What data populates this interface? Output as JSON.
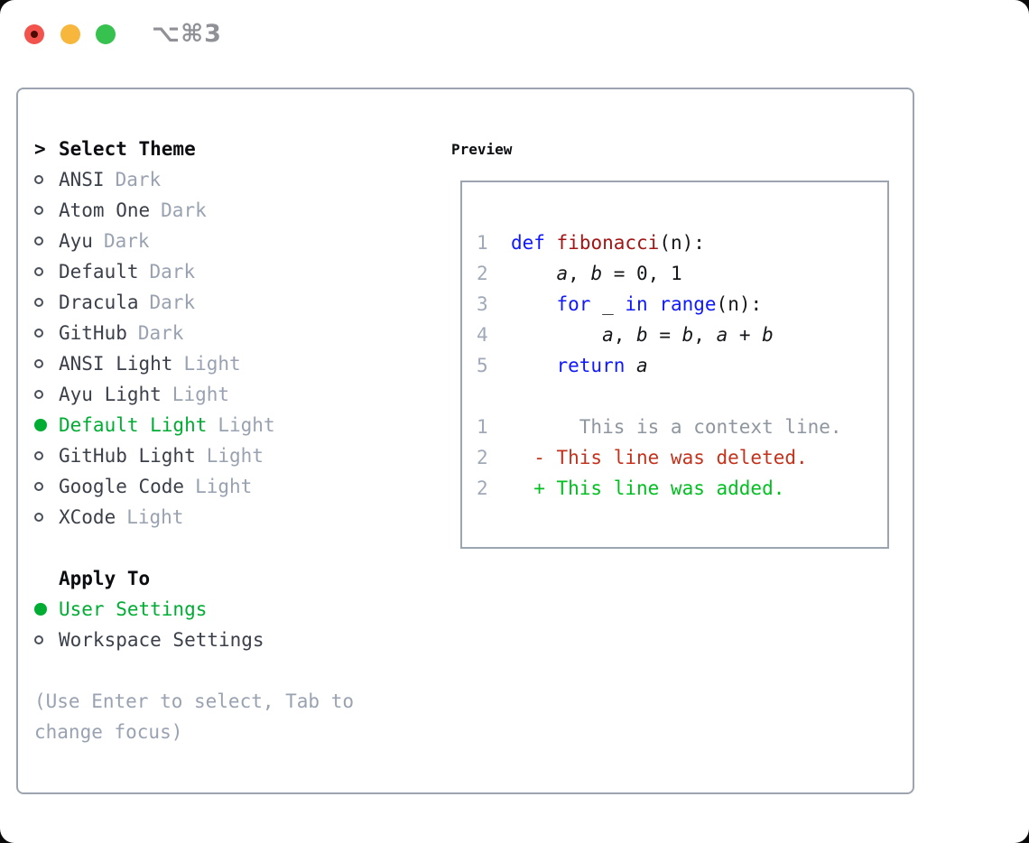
{
  "window": {
    "shortcut_label": "⌥⌘3",
    "traffic_lights": {
      "close_color": "#f2544d",
      "minimize_color": "#f6b73c",
      "zoom_color": "#37c24f"
    }
  },
  "theme_picker": {
    "prompt": ">",
    "title": "Select Theme",
    "themes": [
      {
        "name": "ANSI",
        "variant": "Dark",
        "selected": false
      },
      {
        "name": "Atom One",
        "variant": "Dark",
        "selected": false
      },
      {
        "name": "Ayu",
        "variant": "Dark",
        "selected": false
      },
      {
        "name": "Default",
        "variant": "Dark",
        "selected": false
      },
      {
        "name": "Dracula",
        "variant": "Dark",
        "selected": false
      },
      {
        "name": "GitHub",
        "variant": "Dark",
        "selected": false
      },
      {
        "name": "ANSI Light",
        "variant": "Light",
        "selected": false
      },
      {
        "name": "Ayu Light",
        "variant": "Light",
        "selected": false
      },
      {
        "name": "Default Light",
        "variant": "Light",
        "selected": true
      },
      {
        "name": "GitHub Light",
        "variant": "Light",
        "selected": false
      },
      {
        "name": "Google Code",
        "variant": "Light",
        "selected": false
      },
      {
        "name": "XCode",
        "variant": "Light",
        "selected": false
      }
    ],
    "apply_to": {
      "title": "Apply To",
      "options": [
        {
          "label": "User Settings",
          "selected": true
        },
        {
          "label": "Workspace Settings",
          "selected": false
        }
      ]
    },
    "help_text": "(Use Enter to select, Tab to change focus)"
  },
  "preview": {
    "title": "Preview",
    "colors": {
      "keyword": "#1018ff",
      "function": "#a31515",
      "text": "#15171b",
      "line_number": "#a0a9b8",
      "context": "#8e96a0",
      "deleted": "#c5321c",
      "added": "#00c020",
      "selection_green": "#00ad33"
    },
    "code_lines": [
      {
        "num": "1",
        "segments": [
          {
            "t": "  ",
            "c": "plain"
          },
          {
            "t": "def",
            "c": "kw"
          },
          {
            "t": " ",
            "c": "plain"
          },
          {
            "t": "fibonacci",
            "c": "fn"
          },
          {
            "t": "(n):",
            "c": "plain"
          }
        ]
      },
      {
        "num": "2",
        "segments": [
          {
            "t": "      ",
            "c": "plain"
          },
          {
            "t": "a",
            "c": "var"
          },
          {
            "t": ", ",
            "c": "plain"
          },
          {
            "t": "b",
            "c": "var"
          },
          {
            "t": " = 0, 1",
            "c": "plain"
          }
        ]
      },
      {
        "num": "3",
        "segments": [
          {
            "t": "      ",
            "c": "plain"
          },
          {
            "t": "for",
            "c": "kw"
          },
          {
            "t": " _ ",
            "c": "plain"
          },
          {
            "t": "in",
            "c": "kw"
          },
          {
            "t": " ",
            "c": "plain"
          },
          {
            "t": "range",
            "c": "kw"
          },
          {
            "t": "(n):",
            "c": "plain"
          }
        ]
      },
      {
        "num": "4",
        "segments": [
          {
            "t": "          ",
            "c": "plain"
          },
          {
            "t": "a",
            "c": "var"
          },
          {
            "t": ", ",
            "c": "plain"
          },
          {
            "t": "b",
            "c": "var"
          },
          {
            "t": " = ",
            "c": "plain"
          },
          {
            "t": "b",
            "c": "var"
          },
          {
            "t": ", ",
            "c": "plain"
          },
          {
            "t": "a",
            "c": "var"
          },
          {
            "t": " + ",
            "c": "plain"
          },
          {
            "t": "b",
            "c": "var"
          }
        ]
      },
      {
        "num": "5",
        "segments": [
          {
            "t": "      ",
            "c": "plain"
          },
          {
            "t": "return",
            "c": "kw"
          },
          {
            "t": " ",
            "c": "plain"
          },
          {
            "t": "a",
            "c": "var"
          }
        ]
      },
      {
        "num": "",
        "segments": []
      },
      {
        "num": "1",
        "segments": [
          {
            "t": "        This is a context line.",
            "c": "ctx"
          }
        ]
      },
      {
        "num": "2",
        "segments": [
          {
            "t": "    - This line was deleted.",
            "c": "del"
          }
        ]
      },
      {
        "num": "2",
        "segments": [
          {
            "t": "    + This line was added.",
            "c": "add"
          }
        ]
      }
    ]
  }
}
